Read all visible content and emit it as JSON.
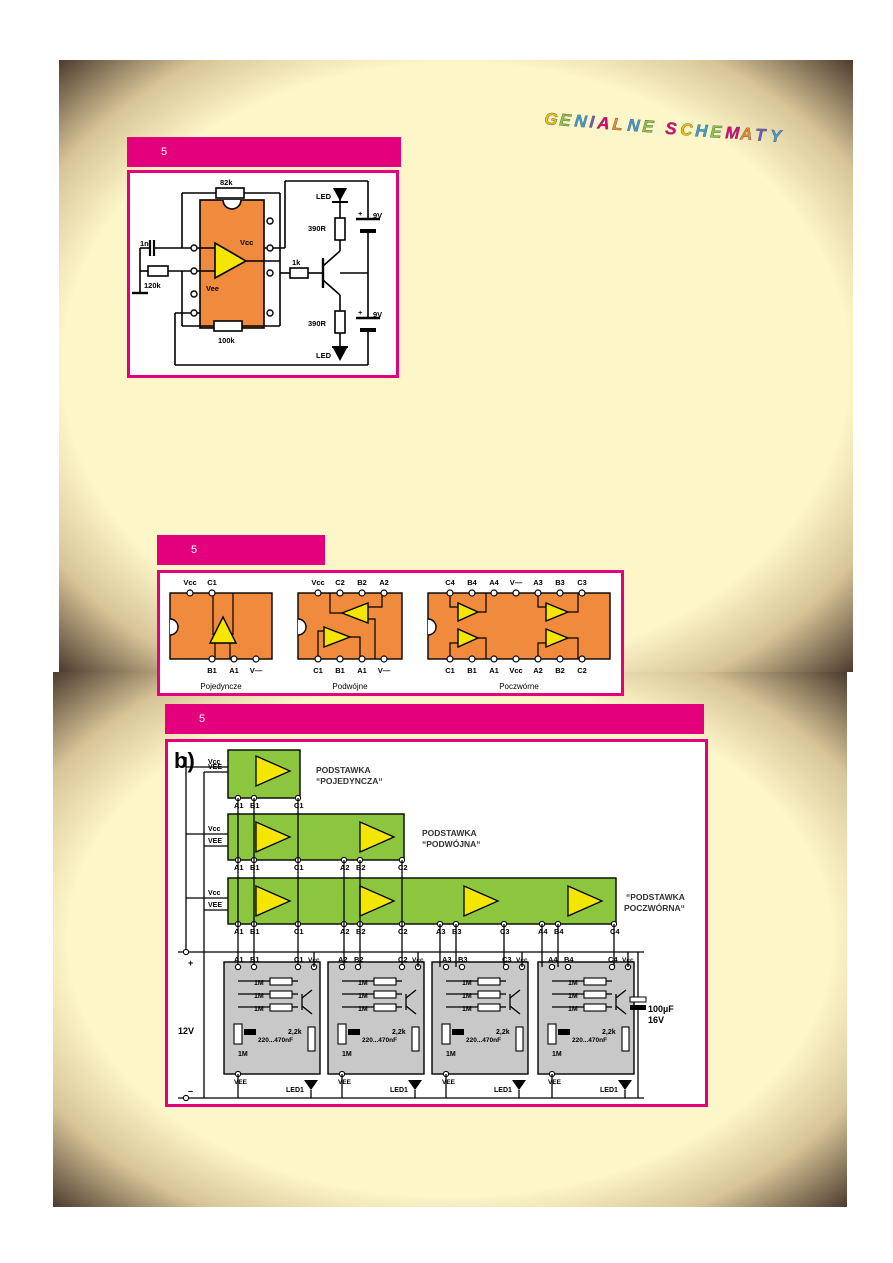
{
  "brand": {
    "text": "GENIALNE SCHEMATY",
    "letters": [
      "G",
      "E",
      "N",
      "I",
      "A",
      "L",
      "N",
      "E",
      " ",
      "S",
      "C",
      "H",
      "E",
      "M",
      "A",
      "T",
      "Y"
    ],
    "colors": [
      "#f2c300",
      "#8dc63f",
      "#3aa0dc",
      "#6a5acd",
      "#e4007c",
      "#f28c28",
      "#3aa0dc",
      "#8dc63f",
      "",
      "#e4007c",
      "#f2c300",
      "#3aa0dc",
      "#8dc63f",
      "#e4007c",
      "#f28c28",
      "#6a5acd",
      "#3aa0dc"
    ]
  },
  "colors": {
    "magenta": "#e4007c",
    "orange": "#f08a3c",
    "green": "#8cc63f",
    "yellow": "#f5e600",
    "grey": "#c8c8c8",
    "paper": "#fdf6c8"
  },
  "figure1": {
    "header": "5",
    "labels": {
      "r_top": "82k",
      "cap": "1n",
      "r_in": "120k",
      "r_fb": "100k",
      "vcc": "Vcc",
      "vee": "Vee",
      "r_base": "1k",
      "led_top": "LED",
      "led_bot": "LED",
      "r_col_top": "390R",
      "r_col_bot": "390R",
      "bat_top": "9V",
      "bat_bot": "9V",
      "plus": "+"
    }
  },
  "figure2": {
    "header": "5",
    "single": {
      "top": [
        "Vcc",
        "C1"
      ],
      "bottom": [
        "B1",
        "A1",
        "V—"
      ],
      "caption": "Pojedyncze"
    },
    "double": {
      "top": [
        "Vcc",
        "C2",
        "B2",
        "A2"
      ],
      "bottom": [
        "C1",
        "B1",
        "A1",
        "V—"
      ],
      "caption": "Podwójne"
    },
    "quad": {
      "top": [
        "C4",
        "B4",
        "A4",
        "V—",
        "A3",
        "B3",
        "C3"
      ],
      "bottom": [
        "C1",
        "B1",
        "A1",
        "Vcc",
        "A2",
        "B2",
        "C2"
      ],
      "caption": "Poczwórne"
    }
  },
  "figure3": {
    "header": "5",
    "part": "b)",
    "label_single": [
      "PODSTAWKA",
      "“POJEDYNCZA“"
    ],
    "label_double": [
      "PODSTAWKA",
      "“PODWÓJNA“"
    ],
    "label_quad": [
      "“PODSTAWKA",
      "POCZWÓRNA“"
    ],
    "vcc": "Vcc",
    "vee": "VEE",
    "pins": {
      "a1": "A1",
      "b1": "B1",
      "c1": "C1",
      "a2": "A2",
      "b2": "B2",
      "c2": "C2",
      "a3": "A3",
      "b3": "B3",
      "c3": "C3",
      "a4": "A4",
      "b4": "B4",
      "c4": "C4"
    },
    "supply": "12V",
    "plus": "+",
    "minus": "–",
    "cap": [
      "100µF",
      "16V"
    ],
    "tester": {
      "r1": "1M",
      "r_led": "2,2k",
      "cap": "220...470nF",
      "led": "LED1",
      "vee": "VEE",
      "vcc": "Vcc"
    }
  }
}
